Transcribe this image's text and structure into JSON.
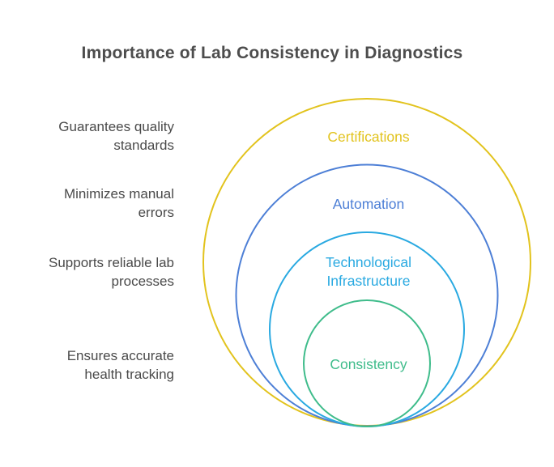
{
  "title": "Importance of Lab Consistency in Diagnostics",
  "colors": {
    "title_text": "#4d4d4d",
    "side_text": "#4a4a4a",
    "yellow": "#e2c31d",
    "blue": "#4d7fd6",
    "cyan": "#29a9e1",
    "green": "#3fbc8b"
  },
  "rings": [
    {
      "label": "Certifications",
      "color": "#e2c31d"
    },
    {
      "label": "Automation",
      "color": "#4d7fd6"
    },
    {
      "label": "Technological\nInfrastructure",
      "color": "#29a9e1"
    },
    {
      "label": "Consistency",
      "color": "#3fbc8b"
    }
  ],
  "side_labels": [
    {
      "text": "Guarantees quality\nstandards"
    },
    {
      "text": "Minimizes manual\nerrors"
    },
    {
      "text": "Supports reliable lab\nprocesses"
    },
    {
      "text": "Ensures accurate\nhealth tracking"
    }
  ]
}
